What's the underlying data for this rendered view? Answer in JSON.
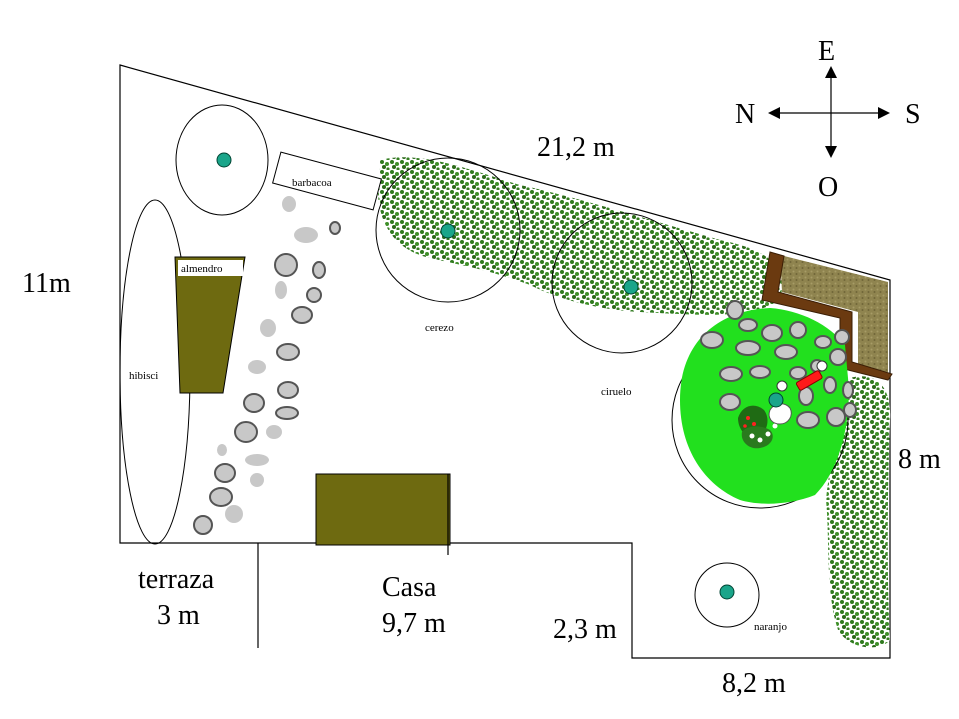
{
  "compass": {
    "north": "N",
    "south": "S",
    "east": "E",
    "west": "O"
  },
  "dimensions": {
    "top": "21,2 m",
    "left": "11m",
    "right": "8 m",
    "terraza_label": "terraza",
    "terraza_size": "3 m",
    "casa_label": "Casa",
    "casa_size": "9,7 m",
    "step": "2,3 m",
    "bottom": "8,2 m"
  },
  "plants": {
    "barbacoa": "barbacoa",
    "almendro": "almendro",
    "hibisci": "hibisci",
    "cerezo": "cerezo",
    "ciruelo": "ciruelo",
    "naranjo": "naranjo"
  },
  "colors": {
    "hedge": "#2f7a1e",
    "lawn": "#22e01e",
    "olive_block": "#6e6a10",
    "brown_wood": "#6b3a10",
    "gravel": "#8a7d4a",
    "marker": "#1aa58a"
  }
}
